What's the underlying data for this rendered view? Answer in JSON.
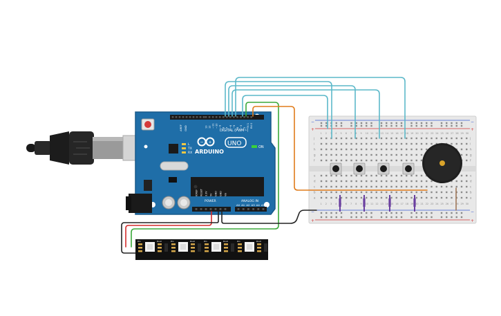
{
  "arduino": {
    "brand": "ARDUINO",
    "model": "UNO",
    "digital_label": "DIGITAL (PWM~)",
    "power_label": "POWER",
    "analog_label": "ANALOG IN",
    "aref": "AREF",
    "gnd": "GND",
    "on_label": "ON",
    "tx_label": "TX",
    "rx_label": "RX",
    "l_label": "L",
    "digital_pins": [
      "13",
      "12",
      "~11",
      "~10",
      "~9",
      "8",
      "7",
      "~6",
      "~5",
      "4",
      "~3",
      "2",
      "TX 1",
      "RX 0"
    ],
    "power_pins": [
      "IOREF",
      "RESET",
      "3.3V",
      "5V",
      "GND",
      "GND",
      "Vin"
    ],
    "analog_pins": [
      "A0",
      "A1",
      "A2",
      "A3",
      "A4",
      "A5"
    ]
  },
  "led_strip": {
    "pad_labels": [
      "Din",
      "Dout",
      "Din",
      "Dout",
      "Din",
      "Dout",
      "Din",
      "Dout"
    ]
  },
  "breadboard": {
    "column_numbers": [
      "1",
      "2",
      "3",
      "4",
      "5",
      "6",
      "7",
      "8",
      "9",
      "10",
      "11",
      "12",
      "13",
      "14",
      "15",
      "16",
      "17",
      "18",
      "19",
      "20",
      "21",
      "22",
      "23",
      "24",
      "25",
      "26",
      "27",
      "28",
      "29",
      "30"
    ],
    "row_letters": [
      "a",
      "b",
      "c",
      "d",
      "e",
      "f",
      "g",
      "h",
      "i",
      "j"
    ],
    "rail_plus": "+",
    "rail_minus": "−"
  },
  "colors": {
    "board_blue": "#1f6ea8",
    "wire_cyan": "#5bb8c9",
    "wire_green": "#3aa83a",
    "wire_orange": "#e07b1a",
    "wire_red": "#d42a2a",
    "wire_black": "#222222",
    "resistor_purple": "#6a3fa0",
    "rail_red": "#d43a3a",
    "rail_blue": "#3a5bd4"
  }
}
